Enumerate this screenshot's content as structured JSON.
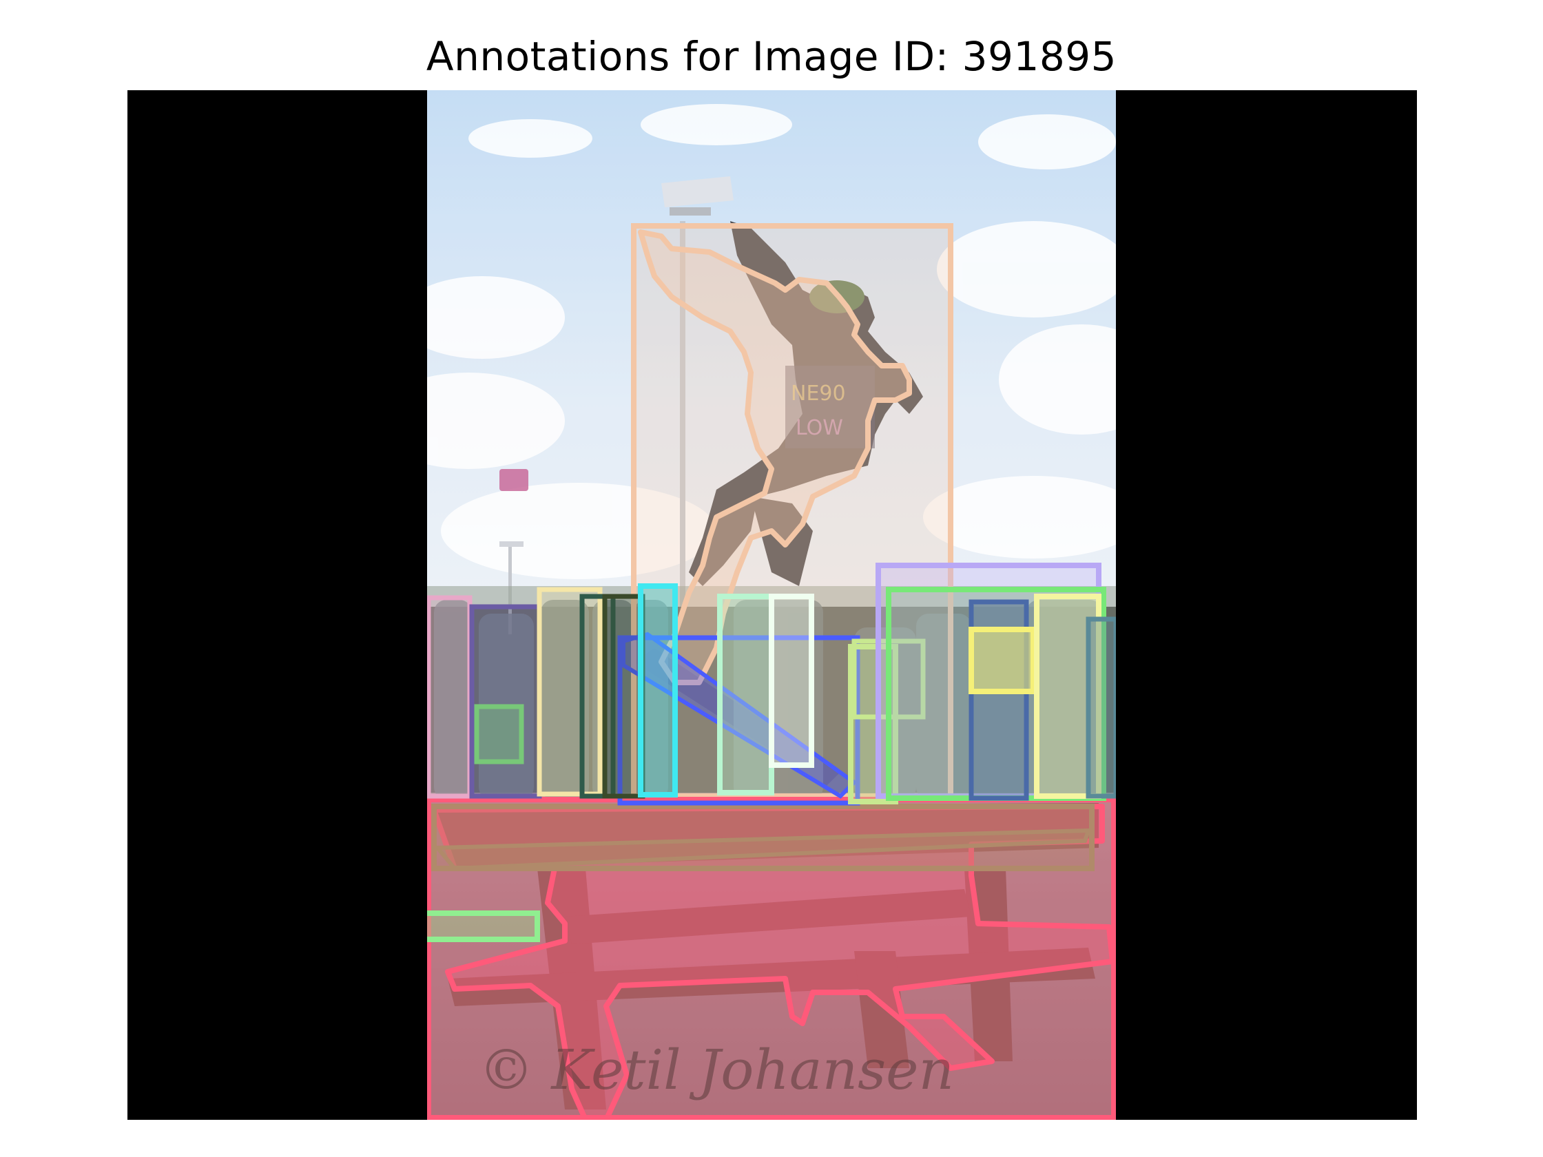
{
  "figure": {
    "title": "Annotations for Image ID: 391895",
    "watermark": "© Ketil Johansen",
    "background_color": "#000000"
  },
  "photo_scene": [
    "sky",
    "clouds",
    "light-pole",
    "skateboarder",
    "skateboard",
    "picnic-table",
    "crowd"
  ],
  "annotation_colors": {
    "person_main": "#f3c6a6",
    "dining_table": "#ff5a7a",
    "skateboard": "#4a5cff",
    "table_top": "#b08a6a",
    "bench_left": "#90ee90"
  },
  "annotations": [
    {
      "name": "person-main",
      "color": "#f3c6a6"
    },
    {
      "name": "dining-table",
      "color": "#ff5a7a"
    },
    {
      "name": "skateboard",
      "color": "#4a5cff"
    },
    {
      "name": "table-top",
      "color": "#b08a6a"
    },
    {
      "name": "bench-left",
      "color": "#90ee90"
    },
    {
      "name": "crowd-person-1",
      "color": "#e8a8c8"
    },
    {
      "name": "crowd-person-2",
      "color": "#6b5ca5"
    },
    {
      "name": "crowd-person-3",
      "color": "#f5e6a8"
    },
    {
      "name": "crowd-person-4",
      "color": "#2f5a4a"
    },
    {
      "name": "crowd-person-5",
      "color": "#3a4a2a"
    },
    {
      "name": "crowd-person-6",
      "color": "#40e8f0"
    },
    {
      "name": "crowd-person-7",
      "color": "#b8f5d0"
    },
    {
      "name": "crowd-person-8",
      "color": "#f0fff0"
    },
    {
      "name": "crowd-person-9",
      "color": "#c8e890"
    },
    {
      "name": "crowd-person-10",
      "color": "#b8a8f5"
    },
    {
      "name": "crowd-person-11",
      "color": "#78e878"
    },
    {
      "name": "crowd-person-12",
      "color": "#4a6aa8"
    },
    {
      "name": "crowd-person-13",
      "color": "#f5f078"
    },
    {
      "name": "crowd-person-14",
      "color": "#f5f5a0"
    },
    {
      "name": "crowd-person-15",
      "color": "#5a8a98"
    },
    {
      "name": "crowd-handbag",
      "color": "#78c878"
    },
    {
      "name": "kite-small",
      "color": "#c86a9a"
    }
  ]
}
